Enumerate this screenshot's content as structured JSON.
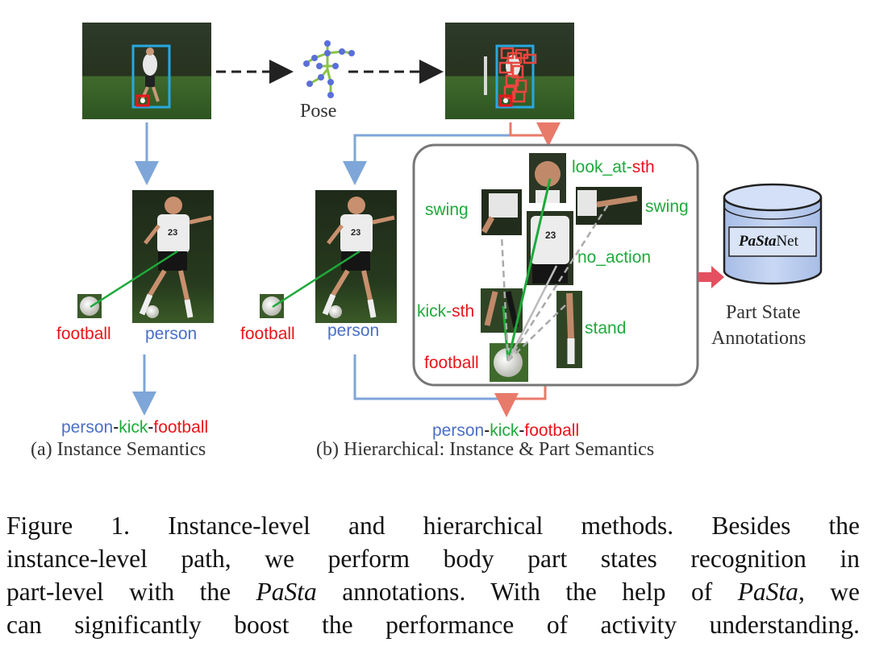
{
  "figure": {
    "pose_label": "Pose",
    "instance_objects": {
      "object": "football",
      "person": "person"
    },
    "hier_objects": {
      "object": "football",
      "person": "person"
    },
    "part_states": {
      "look_at_a": "look_at",
      "look_at_dash": "-",
      "look_at_b": "sth",
      "swing_left": "swing",
      "swing_right": "swing",
      "no_action": "no_action",
      "kick_a": "kick",
      "kick_dash": "-",
      "kick_b": "sth",
      "stand": "stand",
      "football": "football"
    },
    "jersey_number": "23",
    "database": {
      "name_italic": "PaSta",
      "name_rest": "Net",
      "annotation_line1": "Part State",
      "annotation_line2": "Annotations"
    },
    "triplet_a": {
      "subject": "person",
      "sep1": "-",
      "verb": "kick",
      "sep2": "-",
      "object": "football"
    },
    "triplet_b": {
      "subject": "person",
      "sep1": "-",
      "verb": "kick",
      "sep2": "-",
      "object": "football"
    },
    "subcaption_a": "(a) Instance Semantics",
    "subcaption_b": "(b) Hierarchical: Instance & Part Semantics",
    "colors": {
      "instance_arrow": "#7ea6d8",
      "part_arrow": "#e87a6a",
      "db_fill": "#b5c9ee",
      "box_cyan": "#29a8e0",
      "box_red": "#e8151b",
      "link_green": "#1faa3c",
      "dashed_gray": "#aaaaaa"
    }
  },
  "caption": {
    "l1": "Figure 1. Instance-level and hierarchical methods.  Besides the",
    "l2": "instance-level path, we perform body part states recognition in",
    "l3a": "part-level with the ",
    "l3b": "PaSta",
    "l3c": " annotations. With the help of ",
    "l3d": "PaSta",
    "l3e": ", we",
    "l4": "can significantly boost the performance of activity understanding."
  }
}
